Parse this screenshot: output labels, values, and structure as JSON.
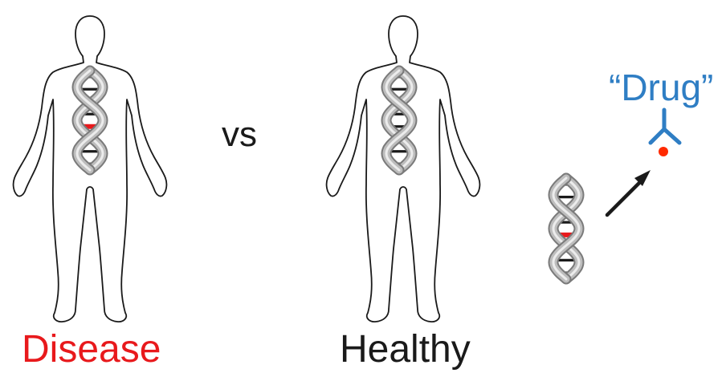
{
  "labels": {
    "disease": "Disease",
    "vs": "vs",
    "healthy": "Healthy",
    "drug_open_quote": "“",
    "drug": "Drug",
    "drug_close_quote": "”"
  },
  "colors": {
    "disease": "#e8191c",
    "drug": "#2f7ec4",
    "mutation": "#e8191c",
    "dna_strand": "#bdbdbd",
    "dna_rung": "#1a1a1a",
    "outline": "#1a1a1a",
    "drug_target": "#ff2a00"
  },
  "icons": [
    "human-body-outline-icon",
    "dna-helix-icon",
    "mutation-band",
    "antibody-icon",
    "arrow-icon"
  ]
}
